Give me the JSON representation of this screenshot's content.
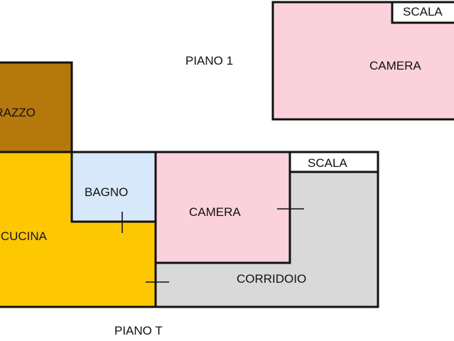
{
  "title_upper": "PIANO 1",
  "title_lower": "PIANO T",
  "rooms": {
    "terrazzo": "TERRAZZO",
    "cucina": "CUCINA",
    "bagno": "BAGNO",
    "camera_t": "CAMERA",
    "scala_t": "SCALA",
    "corridoio": "CORRIDOIO",
    "camera_1": "CAMERA",
    "scala_1": "SCALA"
  },
  "colors": {
    "terrazzo": "#b5780c",
    "cucina": "#fec800",
    "bagno": "#d7e8fb",
    "camera": "#fbd1dc",
    "corridoio": "#d9d9d9",
    "scala": "#ffffff"
  }
}
